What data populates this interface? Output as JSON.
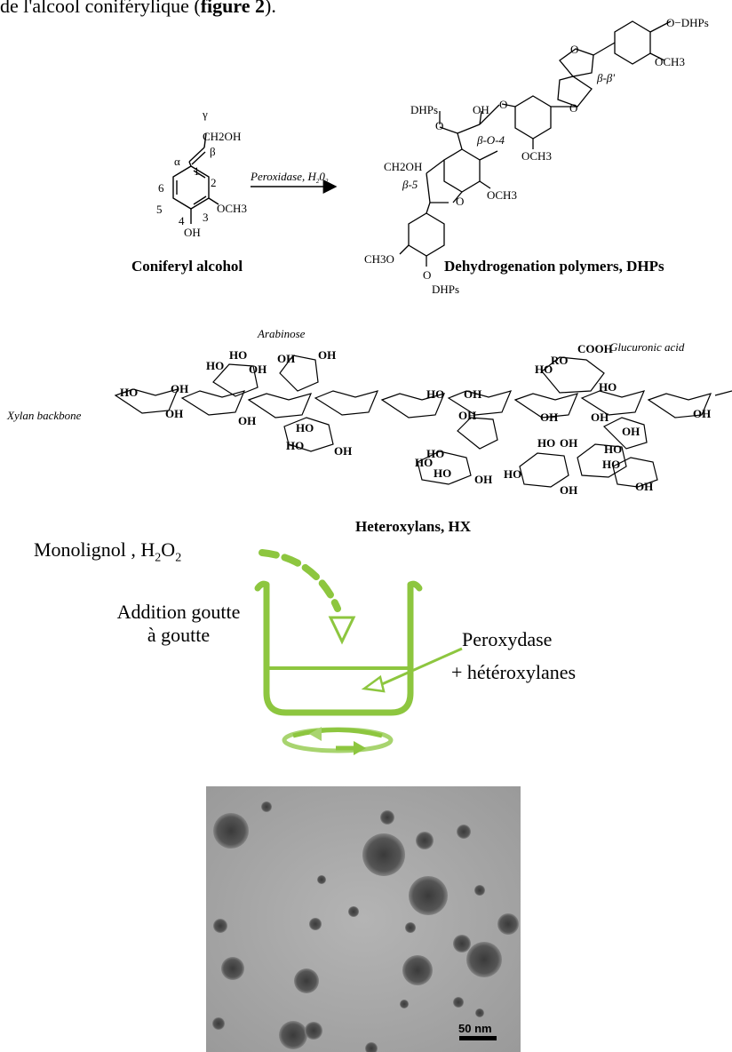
{
  "header": {
    "prefix": "de l'alcool coniférylique (",
    "bold": "figure 2",
    "suffix": ")."
  },
  "reaction": {
    "reactant_label": "Coniferyl alcohol",
    "product_label": "Dehydrogenation polymers, DHPs",
    "arrow_label_main": "Peroxidase, H",
    "arrow_sub1": "2",
    "arrow_mid": "0",
    "arrow_sub2": "2",
    "atoms": {
      "gamma": "γ",
      "beta": "β",
      "alpha": "α",
      "ch2oh": "CH2OH",
      "oh": "OH",
      "och3": "OCH3",
      "n1": "1",
      "n2": "2",
      "n3": "3",
      "n4": "4",
      "n5": "5",
      "n6": "6"
    },
    "dhp_labels": {
      "dhps1": "DHPs",
      "dhps2": "O−DHPs",
      "dhps3": "DHPs",
      "och3_a": "OCH3",
      "och3_b": "OCH3",
      "och3_c": "OCH3",
      "ch3o": "CH3O",
      "ch2oh": "CH2OH",
      "oh": "OH",
      "o": "O",
      "link_b5": "β-5",
      "link_bo4": "β-O-4",
      "link_bb": "β-β'"
    }
  },
  "heteroxylan": {
    "arabinose": "Arabinose",
    "glucuronic": "Glucuronic acid",
    "cooh": "COOH",
    "ro": "RO",
    "backbone": "Xylan backbone",
    "title": "Heteroxylans, HX"
  },
  "setup": {
    "monolignol": "Monolignol , H",
    "monolignol_sub": "2",
    "monolignol_o": "O",
    "addition_line1": "Addition goutte",
    "addition_line2": "à goutte",
    "peroxydase": "Peroxydase",
    "heteroxylanes": "+ hétéroxylanes",
    "accent_color": "#8dc63f"
  },
  "micrograph": {
    "scale_bar": "50 nm"
  }
}
